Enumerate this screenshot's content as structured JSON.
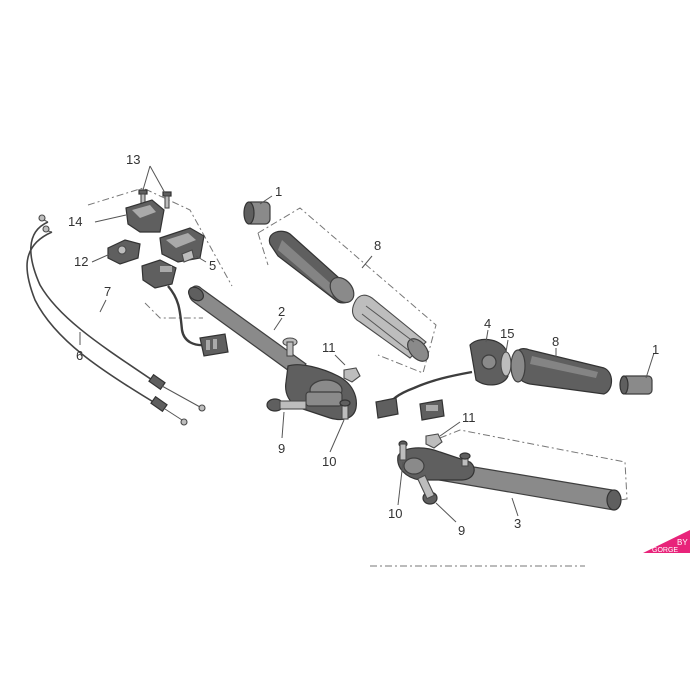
{
  "labels": {
    "n1a": "1",
    "n1b": "1",
    "n2": "2",
    "n3": "3",
    "n4": "4",
    "n5": "5",
    "n6": "6",
    "n7": "7",
    "n8a": "8",
    "n8b": "8",
    "n9a": "9",
    "n9b": "9",
    "n10a": "10",
    "n10b": "10",
    "n11a": "11",
    "n11b": "11",
    "n12": "12",
    "n13": "13",
    "n14": "14",
    "n15": "15"
  },
  "watermark": {
    "top": "BY",
    "bottom": "GORGE",
    "color": "#e8237a"
  }
}
